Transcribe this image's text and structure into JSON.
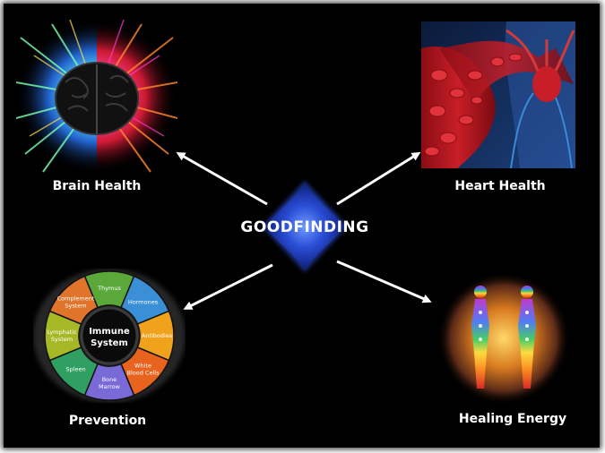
{
  "center": {
    "label": "GOODFINDING"
  },
  "nodes": [
    {
      "label": "Brain Health"
    },
    {
      "label": "Heart Health"
    },
    {
      "label": "Prevention"
    },
    {
      "label": "Healing Energy"
    }
  ],
  "immune_wheel": {
    "center_label_line1": "Immune",
    "center_label_line2": "System",
    "segments": [
      {
        "line1": "Thymus",
        "line2": ""
      },
      {
        "line1": "Hormones",
        "line2": ""
      },
      {
        "line1": "Antibodies",
        "line2": ""
      },
      {
        "line1": "White",
        "line2": "Blood Cells"
      },
      {
        "line1": "Bone",
        "line2": "Marrow"
      },
      {
        "line1": "Spleen",
        "line2": ""
      },
      {
        "line1": "Lymphatic",
        "line2": "System"
      },
      {
        "line1": "Complement",
        "line2": "System"
      }
    ],
    "colors": [
      "#5aa83a",
      "#3b8fd6",
      "#f0a21c",
      "#e8641e",
      "#7a6ad8",
      "#2f9f62",
      "#a6b826",
      "#e0742a"
    ]
  }
}
